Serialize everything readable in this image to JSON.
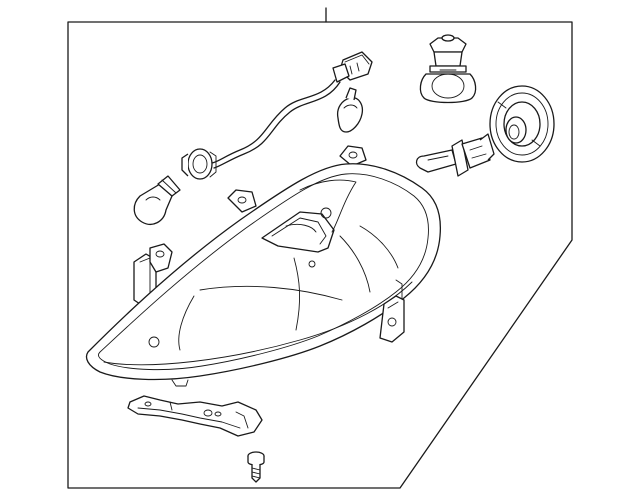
{
  "diagram": {
    "kind": "exploded parts diagram",
    "components": [
      "headlamp-assembly",
      "wiring-harness",
      "turn-signal-bulb",
      "side-marker-bulb",
      "halogen-bulb-upper",
      "halogen-bulb-lower",
      "bulb-cover-cap",
      "mounting-bracket",
      "mounting-screw"
    ],
    "line_color": "#1a1a1a",
    "background": "#ffffff"
  }
}
